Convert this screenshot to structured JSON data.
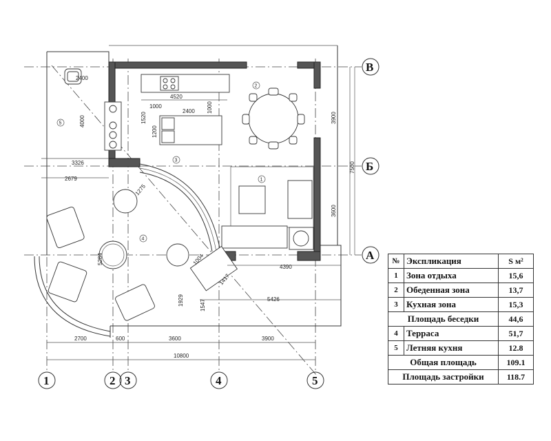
{
  "plan": {
    "axes_letters": [
      "В",
      "Б",
      "А"
    ],
    "axes_numbers": [
      "1",
      "2",
      "3",
      "4",
      "5"
    ],
    "room_markers": [
      "1",
      "2",
      "3",
      "4",
      "5"
    ],
    "dimensions": {
      "d2400_top": "2400",
      "d4520": "4520",
      "d1000a": "1000",
      "d1000b": "1000",
      "d2400": "2400",
      "d1520": "1520",
      "d1200": "1200",
      "d4000": "4000",
      "d3326": "3326",
      "d2679": "2679",
      "d1275": "1275",
      "d3900_right": "3900",
      "d7500": "7500",
      "d3600_right": "3600",
      "d5284": "5284",
      "d1004": "1004",
      "d1417": "1417",
      "d4390": "4390",
      "d5426": "5426",
      "d1929": "1929",
      "d1547": "1547",
      "d2700": "2700",
      "d600": "600",
      "d3600": "3600",
      "d3900": "3900",
      "d10800": "10800"
    }
  },
  "table": {
    "header": {
      "no": "№",
      "title": "Экспликация",
      "unit": "S м²"
    },
    "rows": [
      {
        "no": "1",
        "name": "Зона отдыха",
        "area": "15,6"
      },
      {
        "no": "2",
        "name": "Обеденная зона",
        "area": "13,7"
      },
      {
        "no": "3",
        "name": "Кухная зона",
        "area": "15,3"
      }
    ],
    "subtotal": {
      "name": "Площадь беседки",
      "area": "44,6"
    },
    "rows2": [
      {
        "no": "4",
        "name": "Терраса",
        "area": "51,7"
      },
      {
        "no": "5",
        "name": "Летняя кухня",
        "area": "12.8"
      }
    ],
    "total": {
      "name": "Общая площадь",
      "area": "109.1"
    },
    "built": {
      "name": "Площадь застройки",
      "area": "118.7"
    }
  }
}
